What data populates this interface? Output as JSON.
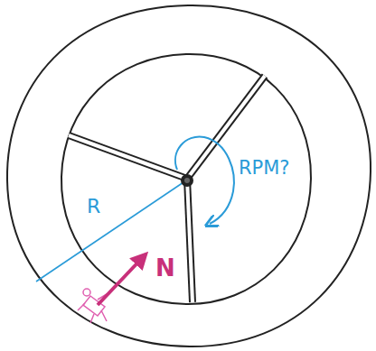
{
  "diagram": {
    "labels": [
      "R",
      "RPM?",
      "N"
    ]
  }
}
